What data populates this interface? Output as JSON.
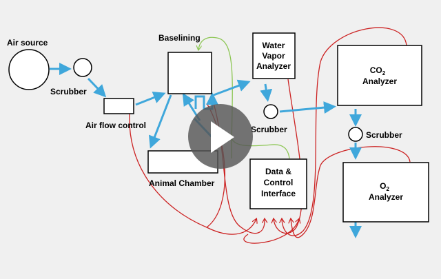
{
  "labels": {
    "air_source": "Air source",
    "scrubber_1": "Scrubber",
    "air_flow_control": "Air flow control",
    "baselining": "Baselining",
    "animal_chamber": "Animal Chamber",
    "water_vapor_line1": "Water",
    "water_vapor_line2": "Vapor",
    "water_vapor_line3": "Analyzer",
    "scrubber_2": "Scrubber",
    "co2_main": "CO",
    "co2_sub": "2",
    "co2_line2": "Analyzer",
    "scrubber_3": "Scrubber",
    "o2_main": "O",
    "o2_sub": "2",
    "o2_line2": "Analyzer",
    "dci_line1": "Data &",
    "dci_line2": "Control",
    "dci_line3": "Interface"
  },
  "colors": {
    "air_flow": "#3fa7db",
    "signal": "#cc2222",
    "baseline_link": "#8cc653",
    "box_stroke": "#000000",
    "play_circle": "#555555",
    "play_icon": "#ffffff"
  },
  "player": {
    "icon": "play-icon"
  }
}
